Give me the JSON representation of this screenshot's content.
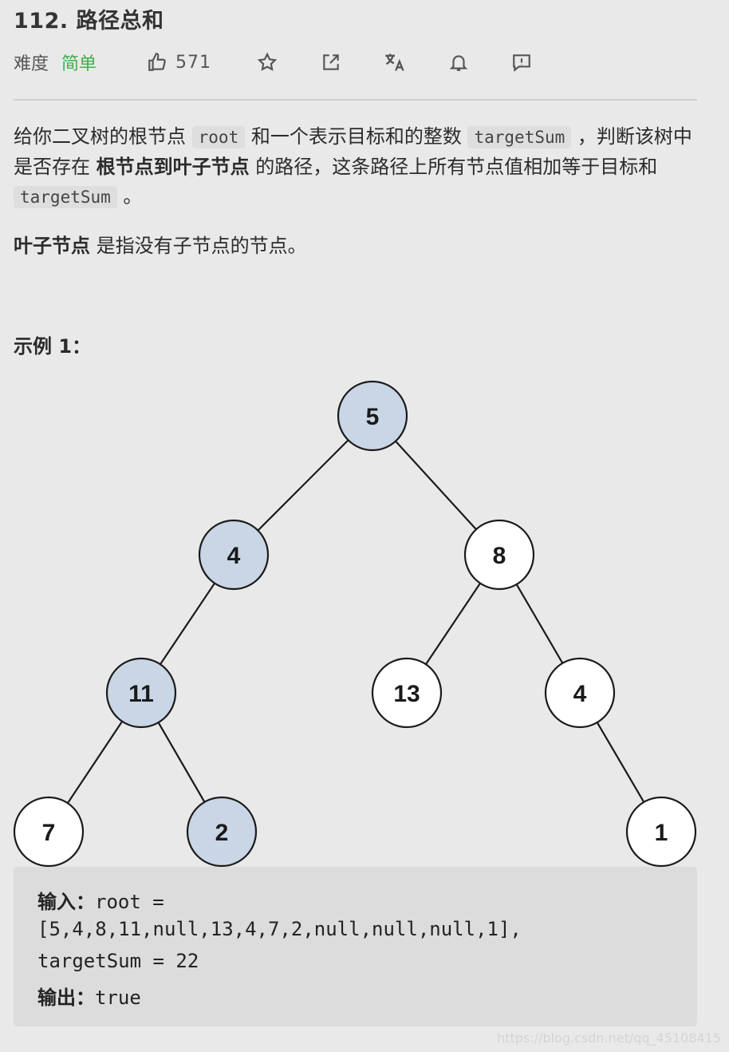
{
  "problem": {
    "title": "112. 路径总和",
    "difficulty_label": "难度",
    "difficulty_value": "简单",
    "likes": "571"
  },
  "icons": [
    "thumbs-up-icon",
    "star-icon",
    "share-icon",
    "translate-icon",
    "bell-icon",
    "feedback-icon"
  ],
  "description": {
    "p1_a": "给你二叉树的根节点 ",
    "p1_code1": "root",
    "p1_b": " 和一个表示目标和的整数 ",
    "p1_code2": "targetSum",
    "p1_c": " ，判断该树中是否存在 ",
    "p1_bold": "根节点到叶子节点",
    "p1_d": " 的路径，这条路径上所有节点值相加等于目标和 ",
    "p1_code3": "targetSum",
    "p1_e": " 。",
    "p2_bold": "叶子节点",
    "p2_rest": " 是指没有子节点的节点。"
  },
  "example": {
    "title": "示例 1：",
    "tree_nodes": [
      {
        "id": "n5",
        "label": "5",
        "highlight": true
      },
      {
        "id": "n4",
        "label": "4",
        "highlight": true
      },
      {
        "id": "n8",
        "label": "8",
        "highlight": false
      },
      {
        "id": "n11",
        "label": "11",
        "highlight": true
      },
      {
        "id": "n13",
        "label": "13",
        "highlight": false
      },
      {
        "id": "n4b",
        "label": "4",
        "highlight": false
      },
      {
        "id": "n7",
        "label": "7",
        "highlight": false
      },
      {
        "id": "n2",
        "label": "2",
        "highlight": true
      },
      {
        "id": "n1",
        "label": "1",
        "highlight": false
      }
    ],
    "input_label": "输入：",
    "input_line1": "root =",
    "input_line2": "[5,4,8,11,null,13,4,7,2,null,null,null,1],",
    "input_line3": "targetSum = 22",
    "output_label": "输出：",
    "output_value": "true"
  },
  "colors": {
    "highlight_fill": "#c9d6e6",
    "normal_fill": "#ffffff",
    "easy_green": "#3fae4b"
  },
  "watermark": "https://blog.csdn.net/qq_45108415"
}
